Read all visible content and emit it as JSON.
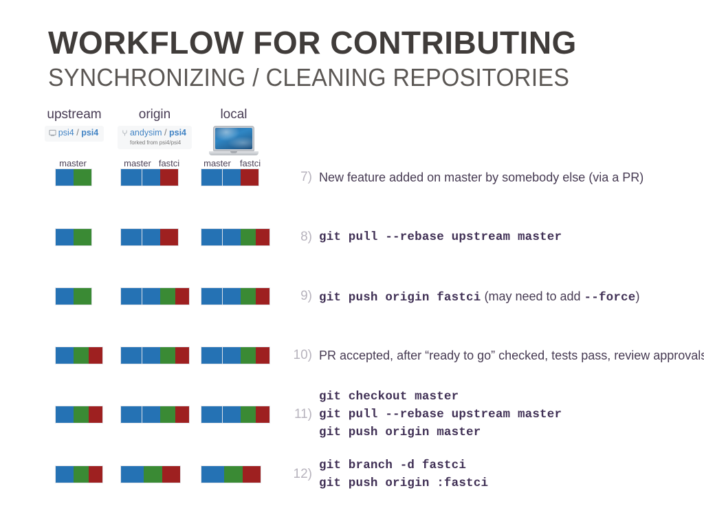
{
  "slide": {
    "title": "WORKFLOW FOR CONTRIBUTING",
    "subtitle": "SYNCHRONIZING / CLEANING REPOSITORIES"
  },
  "colors": {
    "blue": "#2572b4",
    "green": "#3a8a34",
    "red": "#9e2020",
    "title": "#403c3a",
    "subtitle": "#5b5754",
    "text": "#463a52",
    "number": "#b7b3bd",
    "github_link": "#4183c4"
  },
  "columns": [
    {
      "id": "upstream",
      "title": "upstream",
      "chip": {
        "icon": "repo-icon",
        "owner": "psi4",
        "separator": "/",
        "repo": "psi4",
        "forked_from": null
      },
      "branches": [
        "master"
      ]
    },
    {
      "id": "origin",
      "title": "origin",
      "chip": {
        "icon": "fork-icon",
        "owner": "andysim",
        "separator": "/",
        "repo": "psi4",
        "forked_from": "forked from psi4/psi4"
      },
      "branches": [
        "master",
        "fastci"
      ]
    },
    {
      "id": "local",
      "title": "local",
      "chip": null,
      "icon": "laptop-icon",
      "branches": [
        "master",
        "fastci"
      ]
    }
  ],
  "rows": [
    {
      "number": "7)",
      "kind": "prose",
      "text": "New feature added on master by somebody else (via a PR)",
      "bars": {
        "upstream_master": [
          "blue",
          "green"
        ],
        "origin_master": [
          "blue"
        ],
        "origin_fastci": [
          "blue",
          "red"
        ],
        "local_master": [
          "blue"
        ],
        "local_fastci": [
          "blue",
          "red"
        ]
      }
    },
    {
      "number": "8)",
      "kind": "code",
      "code": [
        "git pull --rebase upstream master"
      ],
      "bars": {
        "upstream_master": [
          "blue",
          "green"
        ],
        "origin_master": [
          "blue"
        ],
        "origin_fastci": [
          "blue",
          "red"
        ],
        "local_master": [
          "blue"
        ],
        "local_fastci": [
          "blue",
          "green",
          "red"
        ]
      }
    },
    {
      "number": "9)",
      "kind": "code_plus_note",
      "code_head": "git push origin fastci",
      "note_pre": " (may need to add ",
      "note_code": "--force",
      "note_post": ")",
      "bars": {
        "upstream_master": [
          "blue",
          "green"
        ],
        "origin_master": [
          "blue"
        ],
        "origin_fastci": [
          "blue",
          "green",
          "red"
        ],
        "local_master": [
          "blue"
        ],
        "local_fastci": [
          "blue",
          "green",
          "red"
        ]
      }
    },
    {
      "number": "10)",
      "kind": "prose",
      "text": "PR accepted, after “ready to go” checked, tests pass, review approvals",
      "bars": {
        "upstream_master": [
          "blue",
          "green",
          "red"
        ],
        "origin_master": [
          "blue"
        ],
        "origin_fastci": [
          "blue",
          "green",
          "red"
        ],
        "local_master": [
          "blue"
        ],
        "local_fastci": [
          "blue",
          "green",
          "red"
        ]
      }
    },
    {
      "number": "11)",
      "kind": "code",
      "code": [
        "git checkout master",
        "git pull --rebase upstream master",
        "git push origin master"
      ],
      "bars": {
        "upstream_master": [
          "blue",
          "green",
          "red"
        ],
        "origin_master": [
          "blue",
          "green",
          "red"
        ],
        "origin_fastci": [
          "blue",
          "green",
          "red"
        ],
        "local_master": [
          "blue",
          "green",
          "red"
        ],
        "local_fastci": [
          "blue",
          "green",
          "red"
        ]
      }
    },
    {
      "number": "12)",
      "kind": "code",
      "code": [
        "git branch -d fastci",
        "git push origin :fastci"
      ],
      "bars": {
        "upstream_master": [
          "blue",
          "green",
          "red"
        ],
        "origin_master": [
          "blue",
          "green",
          "red"
        ],
        "origin_fastci": null,
        "local_master": [
          "blue",
          "green",
          "red"
        ],
        "local_fastci": null
      }
    }
  ]
}
